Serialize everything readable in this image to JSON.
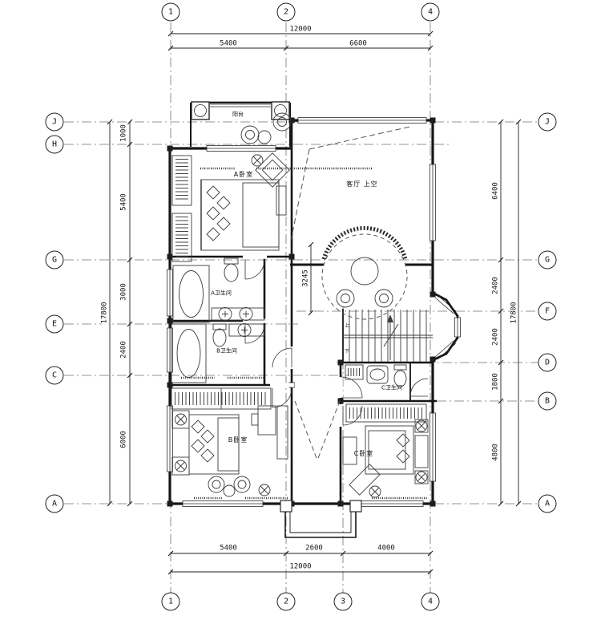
{
  "drawing": {
    "grid_top": [
      "1",
      "2",
      "4"
    ],
    "grid_bottom": [
      "1",
      "2",
      "3",
      "4"
    ],
    "grid_left": [
      "J",
      "H",
      "G",
      "E",
      "C",
      "A"
    ],
    "grid_right": [
      "J",
      "G",
      "F",
      "D",
      "B",
      "A"
    ],
    "dims": {
      "top_total": "12000",
      "top_segs": [
        "5400",
        "6600"
      ],
      "bottom_segs": [
        "5400",
        "2600",
        "4000"
      ],
      "bottom_total": "12000",
      "left_segs": [
        "1000",
        "5400",
        "3000",
        "2400",
        "6000"
      ],
      "left_total": "17800",
      "right_segs": [
        "6400",
        "2400",
        "2400",
        "1800",
        "4800"
      ],
      "right_total": "17800",
      "interior_seg": "3245"
    },
    "rooms": {
      "balcony": "阳台",
      "bedroom_a": "A卧室",
      "living_void": "客厅 上空",
      "bath_a": "A卫生间",
      "bath_b": "B卫生间",
      "bath_c": "C卫生间",
      "bedroom_b": "B卧室",
      "bedroom_c": "C卧室"
    },
    "stairs": {
      "up": "上",
      "down": "下"
    },
    "colors": {
      "wall": "#161616",
      "furniture": "#3c3c3c",
      "grid": "#707070",
      "dim": "#222222"
    }
  }
}
